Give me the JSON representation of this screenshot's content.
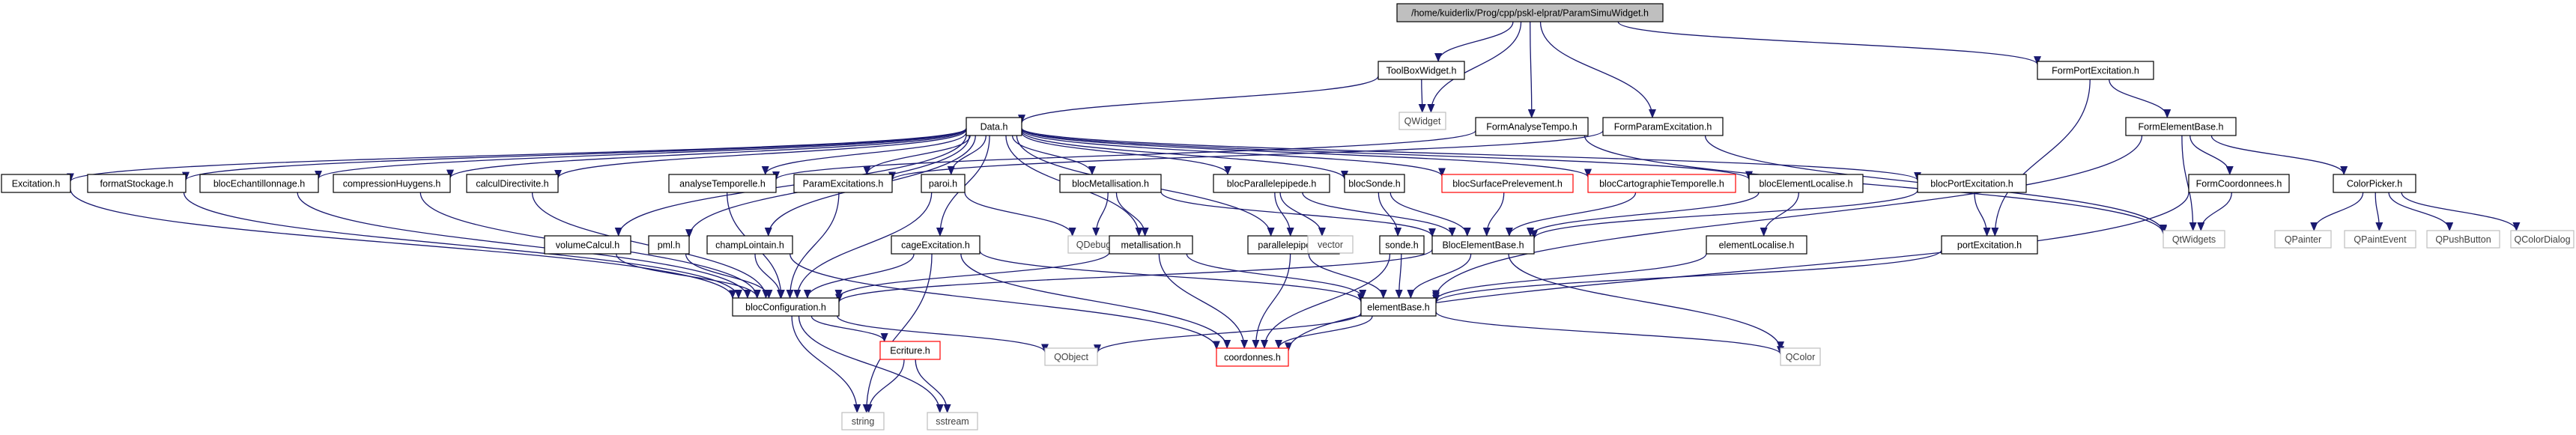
{
  "graph": {
    "colors": {
      "edge": "#191970",
      "node_border": "#000000",
      "node_border_missing": "#bfbfbf",
      "node_border_truncated": "#ff0000",
      "root_fill": "#bfbfbf",
      "text": "#000000",
      "text_missing": "#404040"
    },
    "nodes": [
      {
        "id": "root",
        "label": "/home/kuiderlix/Prog/cpp/pskl-elprat/ParamSimuWidget.h",
        "style": "root"
      },
      {
        "id": "toolbox",
        "label": "ToolBoxWidget.h",
        "style": "normal"
      },
      {
        "id": "qwidget",
        "label": "QWidget",
        "style": "missing"
      },
      {
        "id": "formanalyse",
        "label": "FormAnalyseTempo.h",
        "style": "normal"
      },
      {
        "id": "formparam",
        "label": "FormParamExcitation.h",
        "style": "normal"
      },
      {
        "id": "formport",
        "label": "FormPortExcitation.h",
        "style": "normal"
      },
      {
        "id": "formelement",
        "label": "FormElementBase.h",
        "style": "normal"
      },
      {
        "id": "data",
        "label": "Data.h",
        "style": "normal"
      },
      {
        "id": "excitation",
        "label": "Excitation.h",
        "style": "normal"
      },
      {
        "id": "formatstockage",
        "label": "formatStockage.h",
        "style": "normal"
      },
      {
        "id": "blocechant",
        "label": "blocEchantillonnage.h",
        "style": "normal"
      },
      {
        "id": "compression",
        "label": "compressionHuygens.h",
        "style": "normal"
      },
      {
        "id": "calculdir",
        "label": "calculDirectivite.h",
        "style": "normal"
      },
      {
        "id": "analysetemp",
        "label": "analyseTemporelle.h",
        "style": "normal"
      },
      {
        "id": "paramexc",
        "label": "ParamExcitations.h",
        "style": "normal"
      },
      {
        "id": "paroi",
        "label": "paroi.h",
        "style": "normal"
      },
      {
        "id": "blocmetal",
        "label": "blocMetallisation.h",
        "style": "normal"
      },
      {
        "id": "blocpara",
        "label": "blocParallelepipede.h",
        "style": "normal"
      },
      {
        "id": "blocsonde",
        "label": "blocSonde.h",
        "style": "normal"
      },
      {
        "id": "blocsurface",
        "label": "blocSurfacePrelevement.h",
        "style": "truncated"
      },
      {
        "id": "bloccarto",
        "label": "blocCartographieTemporelle.h",
        "style": "truncated"
      },
      {
        "id": "blocelemloc",
        "label": "blocElementLocalise.h",
        "style": "normal"
      },
      {
        "id": "blocportexc",
        "label": "blocPortExcitation.h",
        "style": "normal"
      },
      {
        "id": "formcoord",
        "label": "FormCoordonnees.h",
        "style": "normal"
      },
      {
        "id": "colorpicker",
        "label": "ColorPicker.h",
        "style": "normal"
      },
      {
        "id": "qwidgets",
        "label": "QtWidgets",
        "style": "missing"
      },
      {
        "id": "qpainter",
        "label": "QPainter",
        "style": "missing"
      },
      {
        "id": "qpaintevent",
        "label": "QPaintEvent",
        "style": "missing"
      },
      {
        "id": "qpushbutton",
        "label": "QPushButton",
        "style": "missing"
      },
      {
        "id": "qcolordialog",
        "label": "QColorDialog",
        "style": "missing"
      },
      {
        "id": "volumecalcul",
        "label": "volumeCalcul.h",
        "style": "normal"
      },
      {
        "id": "pml",
        "label": "pml.h",
        "style": "normal"
      },
      {
        "id": "champlointain",
        "label": "champLointain.h",
        "style": "normal"
      },
      {
        "id": "cageexc",
        "label": "cageExcitation.h",
        "style": "normal"
      },
      {
        "id": "qdebug",
        "label": "QDebug",
        "style": "missing"
      },
      {
        "id": "metallisation",
        "label": "metallisation.h",
        "style": "normal"
      },
      {
        "id": "parallelepipede",
        "label": "parallelepipede.h",
        "style": "normal"
      },
      {
        "id": "vector",
        "label": "vector",
        "style": "missing"
      },
      {
        "id": "sonde",
        "label": "sonde.h",
        "style": "normal"
      },
      {
        "id": "blocelembase",
        "label": "BlocElementBase.h",
        "style": "normal"
      },
      {
        "id": "elemlocalise",
        "label": "elementLocalise.h",
        "style": "normal"
      },
      {
        "id": "portexc",
        "label": "portExcitation.h",
        "style": "normal"
      },
      {
        "id": "blocconfig",
        "label": "blocConfiguration.h",
        "style": "normal"
      },
      {
        "id": "elementbase",
        "label": "elementBase.h",
        "style": "normal"
      },
      {
        "id": "ecriture",
        "label": "Ecriture.h",
        "style": "truncated"
      },
      {
        "id": "qobject",
        "label": "QObject",
        "style": "missing"
      },
      {
        "id": "coordonnees",
        "label": "coordonnes.h",
        "style": "truncated"
      },
      {
        "id": "qcolor",
        "label": "QColor",
        "style": "missing"
      },
      {
        "id": "string",
        "label": "string",
        "style": "missing"
      },
      {
        "id": "sstream",
        "label": "sstream",
        "style": "missing"
      }
    ],
    "edges": [
      [
        "root",
        "toolbox"
      ],
      [
        "root",
        "qwidget"
      ],
      [
        "root",
        "formanalyse"
      ],
      [
        "root",
        "formparam"
      ],
      [
        "root",
        "formport"
      ],
      [
        "toolbox",
        "data"
      ],
      [
        "toolbox",
        "qwidget"
      ],
      [
        "formanalyse",
        "analysetemp"
      ],
      [
        "formanalyse",
        "qwidgets"
      ],
      [
        "formparam",
        "paramexc"
      ],
      [
        "formparam",
        "qwidgets"
      ],
      [
        "formport",
        "formelement"
      ],
      [
        "formport",
        "portexc"
      ],
      [
        "formelement",
        "formcoord"
      ],
      [
        "formelement",
        "colorpicker"
      ],
      [
        "formelement",
        "qwidgets"
      ],
      [
        "formelement",
        "elementbase"
      ],
      [
        "formcoord",
        "qwidgets"
      ],
      [
        "formcoord",
        "coordonnees"
      ],
      [
        "colorpicker",
        "qpainter"
      ],
      [
        "colorpicker",
        "qpaintevent"
      ],
      [
        "colorpicker",
        "qpushbutton"
      ],
      [
        "colorpicker",
        "qcolordialog"
      ],
      [
        "data",
        "excitation"
      ],
      [
        "data",
        "formatstockage"
      ],
      [
        "data",
        "blocechant"
      ],
      [
        "data",
        "compression"
      ],
      [
        "data",
        "calculdir"
      ],
      [
        "data",
        "analysetemp"
      ],
      [
        "data",
        "paramexc"
      ],
      [
        "data",
        "paroi"
      ],
      [
        "data",
        "blocmetal"
      ],
      [
        "data",
        "blocpara"
      ],
      [
        "data",
        "blocsonde"
      ],
      [
        "data",
        "blocsurface"
      ],
      [
        "data",
        "bloccarto"
      ],
      [
        "data",
        "blocelemloc"
      ],
      [
        "data",
        "blocportexc"
      ],
      [
        "data",
        "volumecalcul"
      ],
      [
        "data",
        "pml"
      ],
      [
        "data",
        "champlointain"
      ],
      [
        "data",
        "cageexc"
      ],
      [
        "data",
        "metallisation"
      ],
      [
        "data",
        "parallelepipede"
      ],
      [
        "excitation",
        "blocconfig"
      ],
      [
        "formatstockage",
        "blocconfig"
      ],
      [
        "blocechant",
        "blocconfig"
      ],
      [
        "compression",
        "blocconfig"
      ],
      [
        "calculdir",
        "blocconfig"
      ],
      [
        "analysetemp",
        "blocconfig"
      ],
      [
        "paramexc",
        "blocconfig"
      ],
      [
        "paroi",
        "blocconfig"
      ],
      [
        "paroi",
        "qdebug"
      ],
      [
        "blocmetal",
        "metallisation"
      ],
      [
        "blocmetal",
        "qdebug"
      ],
      [
        "blocmetal",
        "blocelembase"
      ],
      [
        "blocpara",
        "parallelepipede"
      ],
      [
        "blocpara",
        "vector"
      ],
      [
        "blocpara",
        "blocelembase"
      ],
      [
        "blocsonde",
        "sonde"
      ],
      [
        "blocsonde",
        "blocelembase"
      ],
      [
        "blocsurface",
        "blocelembase"
      ],
      [
        "bloccarto",
        "blocelembase"
      ],
      [
        "blocelemloc",
        "elemlocalise"
      ],
      [
        "blocelemloc",
        "blocelembase"
      ],
      [
        "blocportexc",
        "portexc"
      ],
      [
        "blocportexc",
        "blocelembase"
      ],
      [
        "volumecalcul",
        "blocconfig"
      ],
      [
        "pml",
        "blocconfig"
      ],
      [
        "champlointain",
        "blocconfig"
      ],
      [
        "champlointain",
        "coordonnees"
      ],
      [
        "cageexc",
        "blocconfig"
      ],
      [
        "cageexc",
        "elementbase"
      ],
      [
        "cageexc",
        "coordonnees"
      ],
      [
        "cageexc",
        "string"
      ],
      [
        "metallisation",
        "blocconfig"
      ],
      [
        "metallisation",
        "elementbase"
      ],
      [
        "metallisation",
        "coordonnees"
      ],
      [
        "parallelepipede",
        "elementbase"
      ],
      [
        "parallelepipede",
        "coordonnees"
      ],
      [
        "sonde",
        "elementbase"
      ],
      [
        "sonde",
        "coordonnees"
      ],
      [
        "blocelembase",
        "blocconfig"
      ],
      [
        "blocelembase",
        "elementbase"
      ],
      [
        "blocelembase",
        "qcolor"
      ],
      [
        "elemlocalise",
        "elementbase"
      ],
      [
        "portexc",
        "elementbase"
      ],
      [
        "blocconfig",
        "ecriture"
      ],
      [
        "blocconfig",
        "qobject"
      ],
      [
        "blocconfig",
        "string"
      ],
      [
        "blocconfig",
        "sstream"
      ],
      [
        "ecriture",
        "string"
      ],
      [
        "ecriture",
        "sstream"
      ],
      [
        "elementbase",
        "coordonnees"
      ],
      [
        "elementbase",
        "qobject"
      ],
      [
        "elementbase",
        "qcolor"
      ]
    ]
  }
}
